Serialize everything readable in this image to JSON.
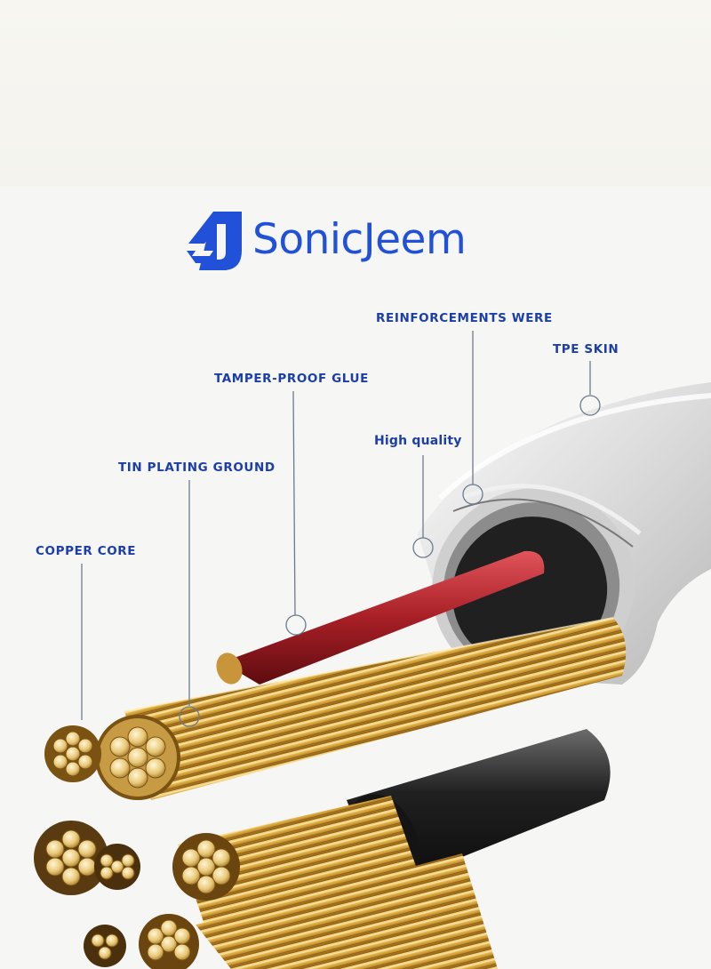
{
  "brand": {
    "name": "SonicJeem",
    "color": "#2051d8"
  },
  "callouts": {
    "reinforcements": "REINFORCEMENTS WERE",
    "tpe_skin": "TPE SKIN",
    "tamper_proof_glue": "TAMPER-PROOF GLUE",
    "high_quality": "High quality",
    "tin_plating_ground": "TIN PLATING GROUND",
    "copper_core": "COPPER CORE"
  },
  "colors": {
    "label": "#1b3ea8",
    "leader_line": "#6c7a8e",
    "copper": "#d9a63a",
    "red_insulation": "#b3262b",
    "black_insulation": "#1d1d1d",
    "jacket": "#e6e6e6"
  }
}
